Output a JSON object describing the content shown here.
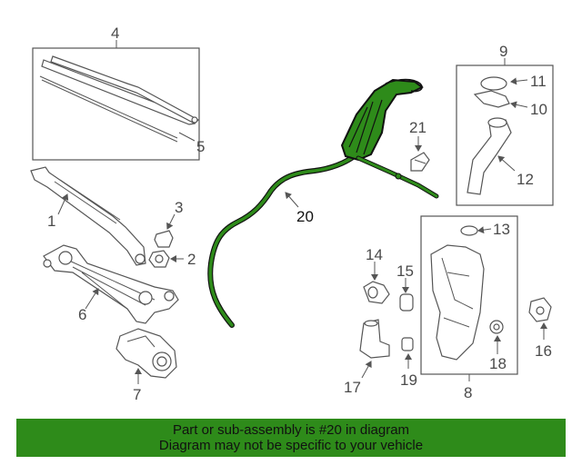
{
  "diagram": {
    "callouts": [
      "1",
      "2",
      "3",
      "4",
      "5",
      "6",
      "7",
      "8",
      "9",
      "10",
      "11",
      "12",
      "13",
      "14",
      "15",
      "16",
      "17",
      "18",
      "19",
      "20",
      "21"
    ],
    "highlight_color": "#2e8b1a",
    "highlight_part": "20"
  },
  "banner": {
    "line1": "Part or sub-assembly is #20 in diagram",
    "line2": "Diagram may not be specific to your vehicle",
    "color": "#2e8b1a"
  }
}
